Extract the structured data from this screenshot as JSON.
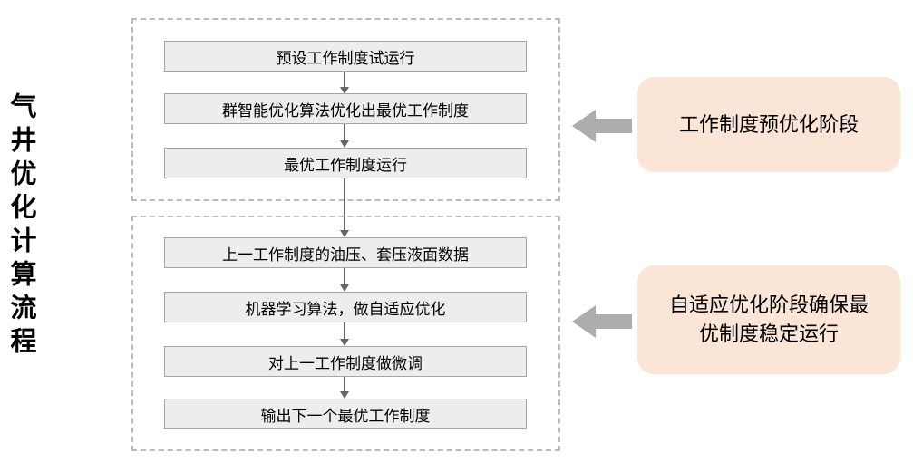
{
  "title": "气井优化计算流程",
  "stage1": {
    "steps": [
      "预设工作制度试运行",
      "群智能优化算法优化出最优工作制度",
      "最优工作制度运行"
    ],
    "callout": "工作制度预优化阶段"
  },
  "stage2": {
    "steps": [
      "上一工作制度的油压、套压液面数据",
      "机器学习算法，做自适应优化",
      "对上一工作制度做微调",
      "输出下一个最优工作制度"
    ],
    "callout": "自适应优化阶段确保最优制度稳定运行"
  },
  "colors": {
    "box_fill": "#ededed",
    "box_border": "#a6a6a6",
    "callout_fill": "#fbe5d6",
    "block_arrow": "#adadad",
    "flow_arrow": "#666666",
    "dashed_border": "#bababa"
  }
}
